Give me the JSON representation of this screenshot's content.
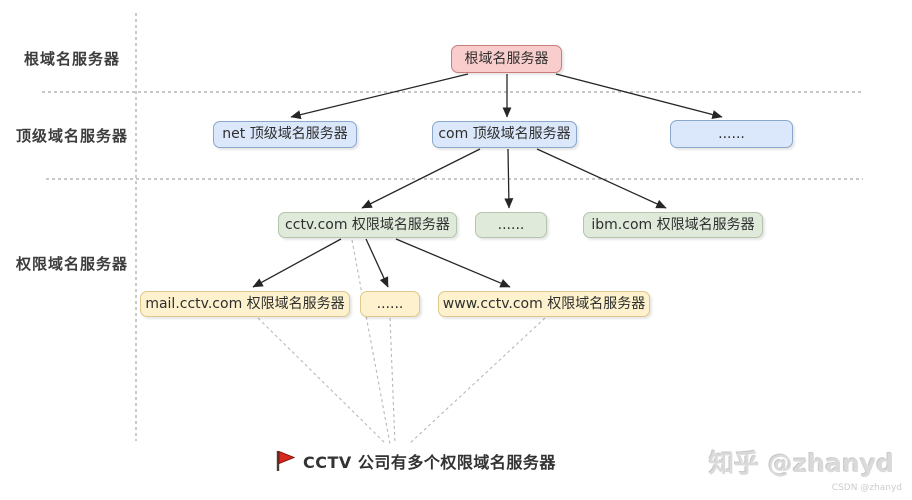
{
  "diagram": {
    "row_labels": [
      "根域名服务器",
      "顶级域名服务器",
      "权限域名服务器"
    ],
    "nodes": {
      "root": "根域名服务器",
      "net": "net 顶级域名服务器",
      "com": "com 顶级域名服务器",
      "tld_more": "......",
      "cctv": "cctv.com 权限域名服务器",
      "auth_more": "......",
      "ibm": "ibm.com 权限域名服务器",
      "mail": "mail.cctv.com 权限域名服务器",
      "sub_more": "......",
      "www": "www.cctv.com 权限域名服务器"
    },
    "annotation": "CCTV 公司有多个权限域名服务器",
    "colors": {
      "root_fill": "#f8cdcb",
      "root_border": "#c97e7c",
      "tld_fill": "#dbe8fb",
      "tld_border": "#8aa7cc",
      "auth_fill": "#dfeadb",
      "auth_border": "#b3c5ab",
      "sub_fill": "#fdf2cd",
      "sub_border": "#dfc88e",
      "flag": "#d7281e",
      "arrow": "#262626",
      "guide_dash": "#a6a6a6"
    }
  },
  "watermark": {
    "zhihu": "知乎 @zhanyd",
    "csdn": "CSDN @zhanyd"
  }
}
